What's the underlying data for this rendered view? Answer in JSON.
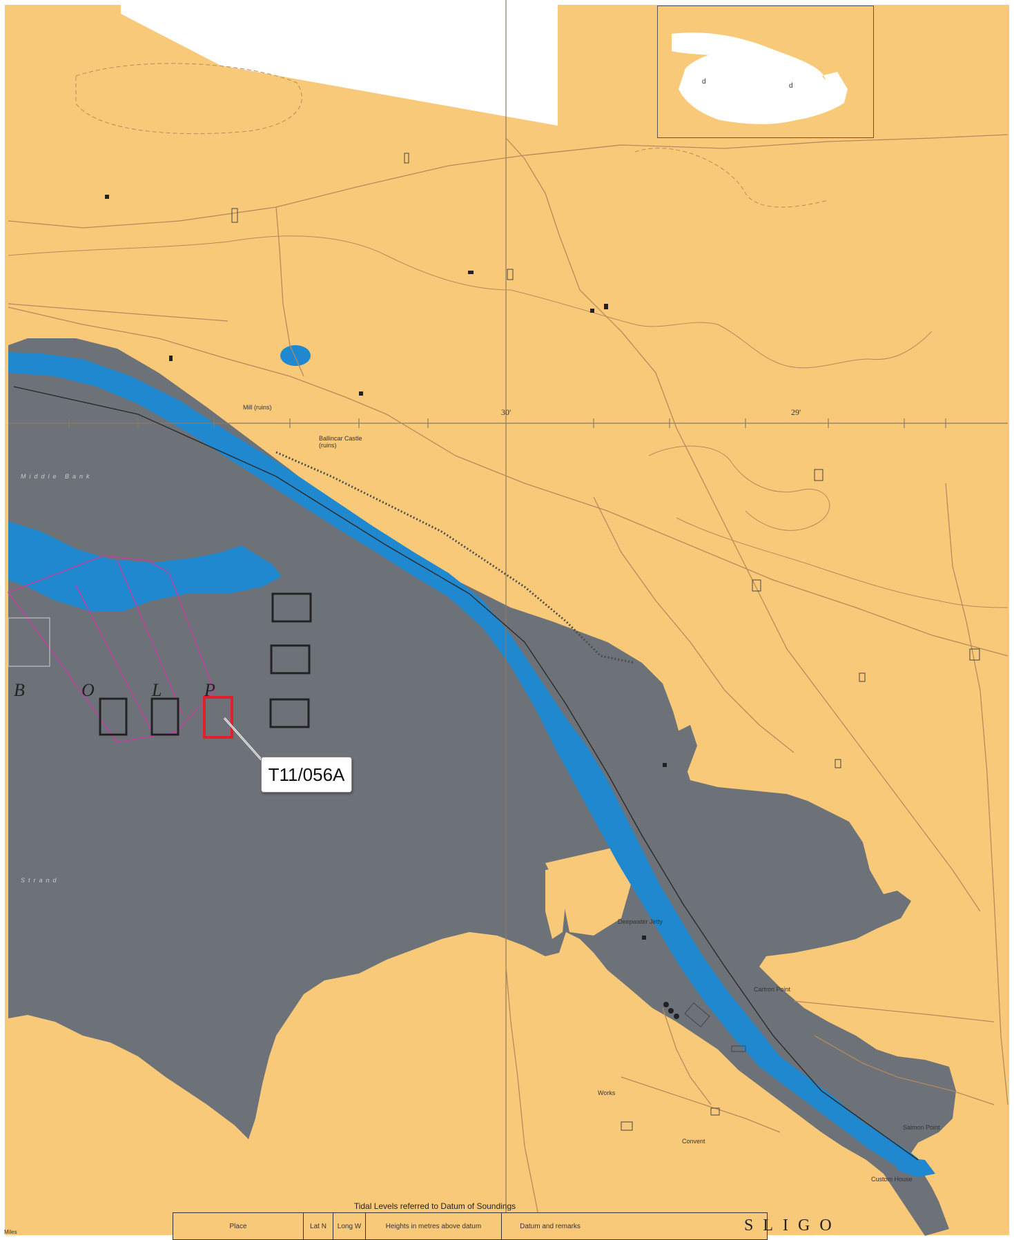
{
  "colors": {
    "land": "#f9c97a",
    "intertidal": "#6d7278",
    "channel": "#1f88cf",
    "highlight_box": "#e0202a",
    "survey_lines": "#c040a0"
  },
  "callout": {
    "label": "T11/056A"
  },
  "grid_labels": {
    "lon_30": "30'",
    "lon_29": "29'"
  },
  "place_names": {
    "sligo": "SLIGO",
    "salmon_point": "Salmon Point",
    "cartron_point": "Cartron Point",
    "custom_house": "Custom House",
    "ballincar_castle": "Ballincar Castle (ruins)",
    "convent": "Convent",
    "works": "Works",
    "middle_bank": "Middle Bank",
    "strand": "Strand",
    "deepwater_jetty": "Deepwater Jetty",
    "mill_ruins": "Mill (ruins)"
  },
  "site_letters": [
    "B",
    "O",
    "L",
    "P"
  ],
  "tidal_table": {
    "title": "Tidal Levels referred to Datum of Soundings",
    "columns": [
      "Place",
      "Lat N",
      "Long W",
      "Heights in metres above datum",
      "Datum and remarks"
    ]
  },
  "scale_label": "Miles"
}
